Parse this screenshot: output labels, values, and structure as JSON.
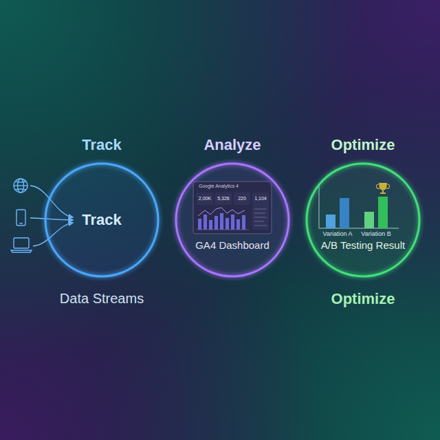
{
  "diagram": {
    "nodes": [
      {
        "text": [
          "Track",
          "Track",
          "Data Streams"
        ]
      },
      {
        "text": [
          "Analyze",
          "GA4 Dashboard"
        ]
      },
      {
        "text": [
          "Optimize",
          "A/B Testing Result",
          "Optimize"
        ]
      }
    ],
    "edges": [
      {
        "from": 0,
        "to": 1,
        "arrow": "to"
      },
      {
        "from": 1,
        "to": 2,
        "arrow": "to"
      }
    ],
    "labels": [
      "Google Analytics 4",
      "2,00K",
      "5,326",
      "220",
      "1,104",
      "Variation A",
      "Variation B"
    ]
  }
}
